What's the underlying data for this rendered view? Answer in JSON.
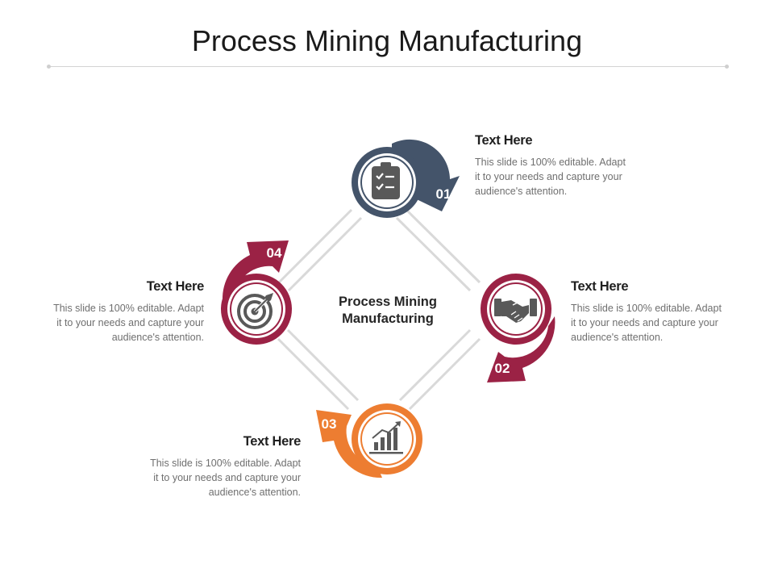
{
  "title": "Process Mining Manufacturing",
  "center": {
    "line1": "Process Mining",
    "line2": "Manufacturing"
  },
  "colors": {
    "navy": "#44546a",
    "crimson": "#9b2245",
    "orange": "#ed7d31",
    "line": "#d9d9d9"
  },
  "steps": [
    {
      "number": "01",
      "icon": "clipboard-check-icon",
      "color": "navy",
      "heading": "Text Here",
      "lines": [
        "This slide is 100% editable. Adapt",
        "it to your needs and capture your",
        "audience's attention."
      ]
    },
    {
      "number": "02",
      "icon": "handshake-icon",
      "color": "crimson",
      "heading": "Text Here",
      "lines": [
        "This slide is 100% editable. Adapt",
        "it to your needs and capture your",
        "audience's attention."
      ]
    },
    {
      "number": "03",
      "icon": "growth-chart-icon",
      "color": "orange",
      "heading": "Text Here",
      "lines": [
        "This slide is 100% editable. Adapt",
        "it to your needs and capture your",
        "audience's attention."
      ]
    },
    {
      "number": "04",
      "icon": "target-icon",
      "color": "crimson",
      "heading": "Text Here",
      "lines": [
        "This slide is 100% editable. Adapt",
        "it to your needs and capture your",
        "audience's attention."
      ]
    }
  ]
}
